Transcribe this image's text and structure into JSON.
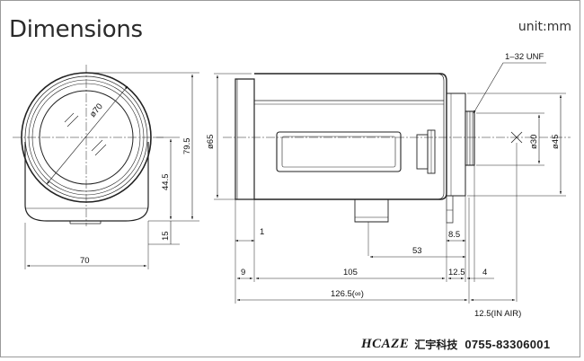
{
  "header": {
    "title": "Dimensions",
    "unit": "unit:mm"
  },
  "front_view": {
    "diameter_label": "ø70",
    "height_total": "79.5",
    "height_axis": "44.5",
    "base_offset": "15",
    "width": "70"
  },
  "side_view": {
    "body_diameter": "ø65",
    "thread_label": "1–32 UNF",
    "flange_inner_diameter": "ø30",
    "flange_outer_diameter": "ø45",
    "step_1": "1",
    "mount_offset": "53",
    "flange_depth": "8.5",
    "front_length": "9",
    "body_length": "105",
    "back_length_1": "12.5",
    "back_length_2": "4",
    "total_length": "126.5(∞)",
    "back_focus": "12.5(IN AIR)"
  },
  "footer": {
    "logo": "HCAZE",
    "company": "汇宇科技",
    "phone": "0755-83306001"
  }
}
